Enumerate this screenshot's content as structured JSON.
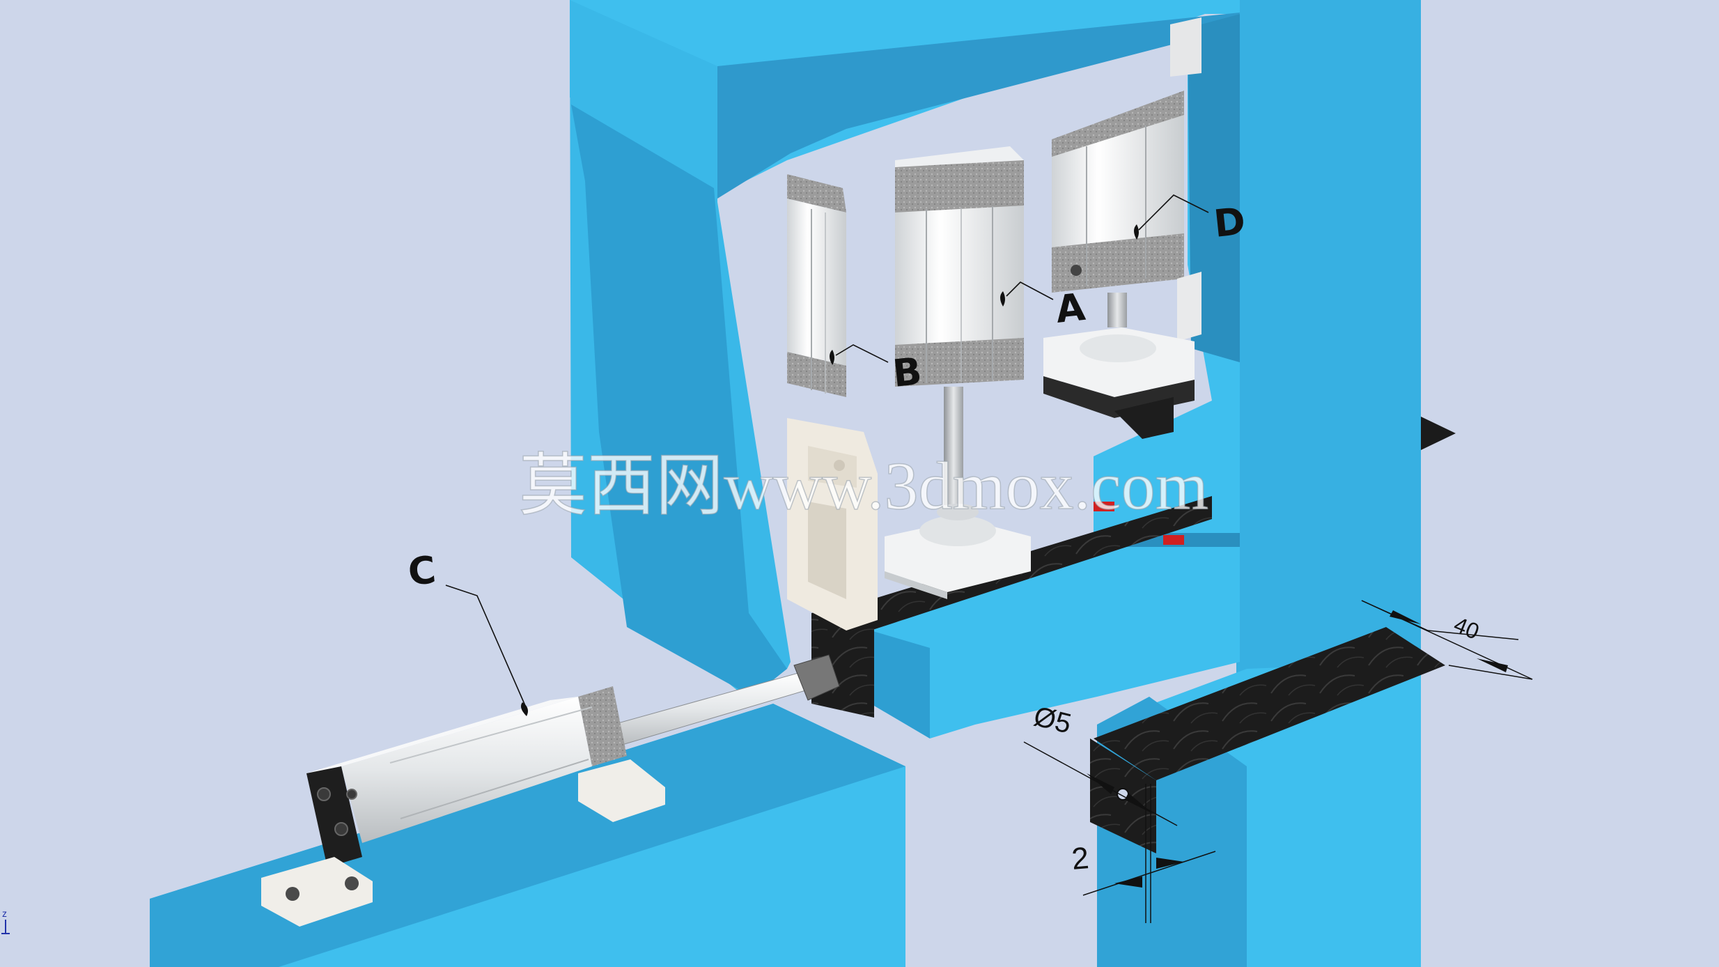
{
  "labels": {
    "a": "A",
    "b": "B",
    "c": "C",
    "d": "D"
  },
  "dimensions": {
    "width_40": "40",
    "diameter_5": "Ø5",
    "thickness_2": "2"
  },
  "watermark": "莫西网www.3dmox.com",
  "triad": {
    "z": "z"
  },
  "colors": {
    "background": "#cdd6ea",
    "frame_light": "#3fbfee",
    "frame_mid": "#31a3d6",
    "frame_dark": "#2a8fbf",
    "cylinder_body": "#eceff1",
    "cylinder_cap": "#a9a9a9",
    "guide_plate": "#1c1c1c",
    "marker_red": "#d12020"
  }
}
